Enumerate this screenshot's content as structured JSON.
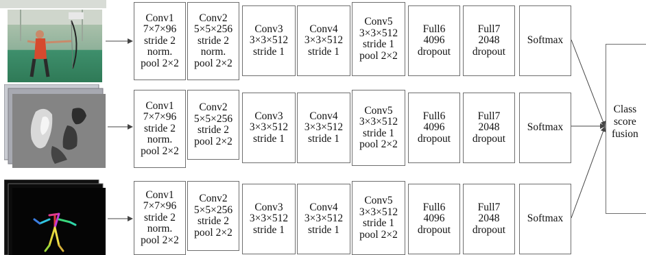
{
  "streams": [
    {
      "name": "rgb",
      "image_icon": "archer-video-frame",
      "layers": [
        "Conv1\n7×7×96\nstride 2\nnorm.\npool 2×2",
        "Conv2\n5×5×256\nstride 2\nnorm.\npool 2×2",
        "Conv3\n3×3×512\nstride 1",
        "Conv4\n3×3×512\nstride 1",
        "Conv5\n3×3×512\nstride 1\npool 2×2",
        "Full6\n4096\ndropout",
        "Full7\n2048\ndropout",
        "Softmax"
      ]
    },
    {
      "name": "depth",
      "image_icon": "depth-map-frames",
      "layers": [
        "Conv1\n7×7×96\nstride 2\nnorm.\npool 2×2",
        "Conv2\n5×5×256\nstride 2\npool 2×2",
        "Conv3\n3×3×512\nstride 1",
        "Conv4\n3×3×512\nstride 1",
        "Conv5\n3×3×512\nstride 1\npool 2×2",
        "Full6\n4096\ndropout",
        "Full7\n2048\ndropout",
        "Softmax"
      ]
    },
    {
      "name": "skeleton",
      "image_icon": "skeleton-frames",
      "layers": [
        "Conv1\n7×7×96\nstride 2\nnorm.\npool 2×2",
        "Conv2\n5×5×256\nstride 2\npool 2×2",
        "Conv3\n3×3×512\nstride 1",
        "Conv4\n3×3×512\nstride 1",
        "Conv5\n3×3×512\nstride 1\npool 2×2",
        "Full6\n4096\ndropout",
        "Full7\n2048\ndropout",
        "Softmax"
      ]
    }
  ],
  "fusion": {
    "label": "Class\nscore\nfusion"
  },
  "colors": {
    "border": "#6d6d6d",
    "arrow": "#444444"
  }
}
